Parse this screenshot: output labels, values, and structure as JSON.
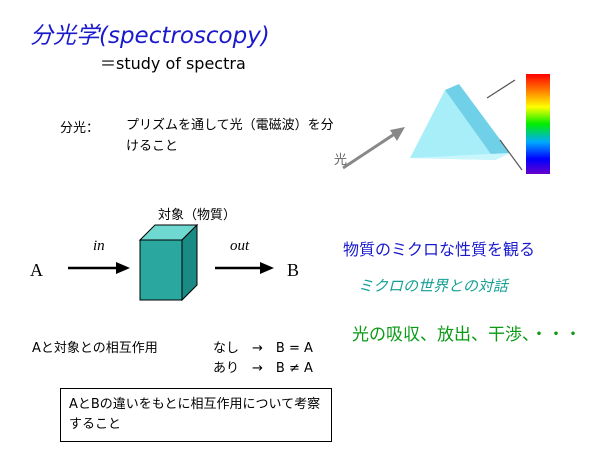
{
  "slide": {
    "title": "分光学(spectroscopy)",
    "subtitle": "＝study of spectra",
    "definition_label": "分光：",
    "definition_text": "プリズムを通して光（電磁波）を分けること",
    "light_label": "光",
    "target_label": "対象（物質）",
    "in_label": "in",
    "out_label": "out",
    "a_label": "A",
    "b_label": "B",
    "micro_property": "物質のミクロな性質を観る",
    "micro_dialogue": "ミクロの世界との対話",
    "phenomena": "光の吸収、放出、干渉、・・・",
    "interaction_label": "Aと対象との相互作用",
    "case_none": "なし　→　B = A",
    "case_some": "あり　→　B ≠ A",
    "note": "AとBの違いをもとに相互作用について考察すること"
  },
  "colors": {
    "title": "#1a1acc",
    "micro_dialogue": "#16a095",
    "phenomena": "#0a9a14",
    "prism": "#7fe0f0",
    "cube": "#2aa8a0"
  }
}
